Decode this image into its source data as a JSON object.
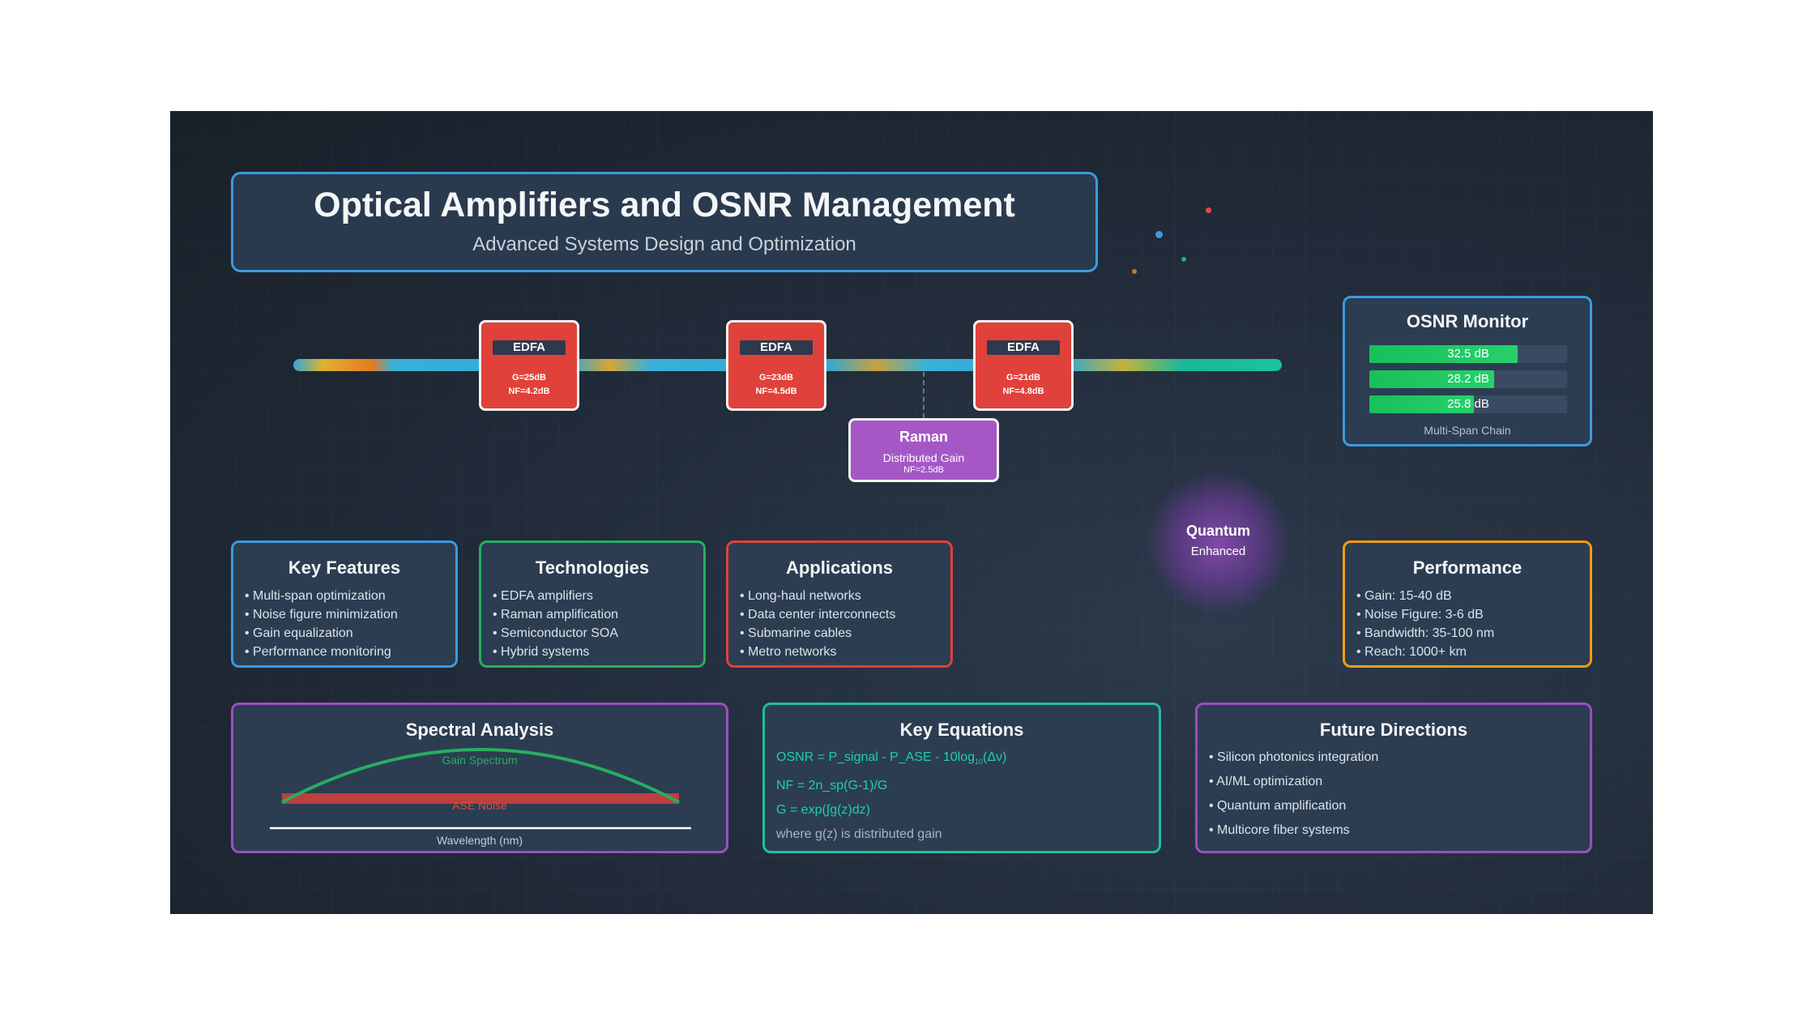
{
  "title": "Optical Amplifiers and OSNR Management",
  "subtitle": "Advanced Systems Design and Optimization",
  "amplifiers": [
    {
      "label": "EDFA",
      "gain": "G=25dB",
      "nf": "NF=4.2dB"
    },
    {
      "label": "EDFA",
      "gain": "G=23dB",
      "nf": "NF=4.5dB"
    },
    {
      "label": "EDFA",
      "gain": "G=21dB",
      "nf": "NF=4.8dB"
    }
  ],
  "raman": {
    "title": "Raman",
    "subtitle": "Distributed Gain",
    "nf": "NF=2.5dB"
  },
  "osnr_monitor": {
    "title": "OSNR Monitor",
    "bars": [
      {
        "text": "32.5 dB",
        "level": 0.75
      },
      {
        "text": "28.2 dB",
        "level": 0.63
      },
      {
        "text": "25.8 dB",
        "level": 0.53
      }
    ],
    "caption": "Multi-Span Chain"
  },
  "quantum": {
    "line1": "Quantum",
    "line2": "Enhanced"
  },
  "key_features": {
    "title": "Key Features",
    "items": [
      "• Multi-span optimization",
      "• Noise figure minimization",
      "• Gain equalization",
      "• Performance monitoring"
    ]
  },
  "technologies": {
    "title": "Technologies",
    "items": [
      "• EDFA amplifiers",
      "• Raman amplification",
      "• Semiconductor SOA",
      "• Hybrid systems"
    ]
  },
  "applications": {
    "title": "Applications",
    "items": [
      "• Long-haul networks",
      "• Data center interconnects",
      "• Submarine cables",
      "• Metro networks"
    ]
  },
  "performance": {
    "title": "Performance",
    "items": [
      "• Gain: 15-40 dB",
      "• Noise Figure: 3-6 dB",
      "• Bandwidth: 35-100 nm",
      "• Reach: 1000+ km"
    ]
  },
  "spectral": {
    "title": "Spectral Analysis",
    "gain_label": "Gain Spectrum",
    "noise_label": "ASE Noise",
    "axis_label": "Wavelength (nm)"
  },
  "equations": {
    "title": "Key Equations",
    "osnr_main": "OSNR = P_signal - P_ASE - 10log",
    "osnr_sub": "10",
    "osnr_tail": "(Δν)",
    "nf": "NF = 2n_sp(G-1)/G",
    "g": "G = exp(∫g(z)dz)",
    "note": "where g(z) is distributed gain"
  },
  "future": {
    "title": "Future Directions",
    "items": [
      "• Silicon photonics integration",
      "• AI/ML optimization",
      "• Quantum amplification",
      "• Multicore fiber systems"
    ]
  },
  "colors": {
    "blue": "#3a9be0",
    "green": "#27ae60",
    "red": "#e0413a",
    "purple": "#9b4fc0",
    "orange": "#f39c12",
    "teal": "#1fbf9f"
  }
}
